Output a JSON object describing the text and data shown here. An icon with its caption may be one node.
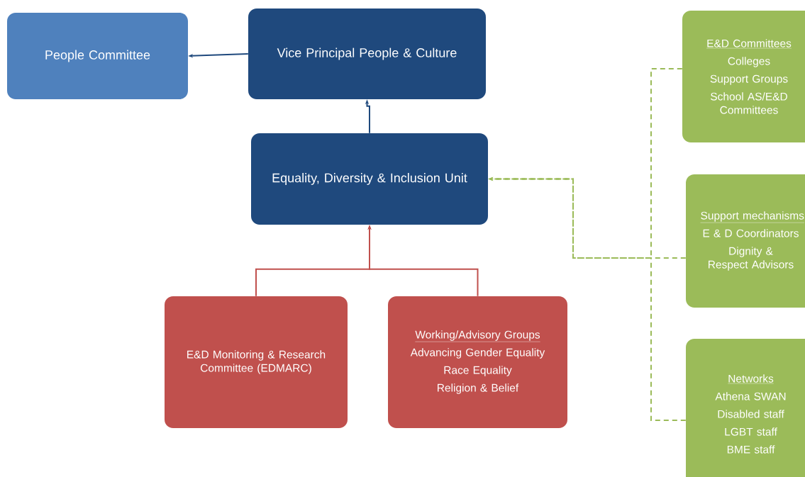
{
  "diagram": {
    "nodes": [
      {
        "text": [
          "People Committee"
        ]
      },
      {
        "text": [
          "Vice Principal People & Culture"
        ]
      },
      {
        "text": [
          "Equality, Diversity & Inclusion Unit"
        ]
      },
      {
        "text": [
          "E&D Monitoring & Research Committee (EDMARC)"
        ]
      },
      {
        "text": [
          "Working/Advisory Groups",
          "Advancing Gender Equality",
          "Race Equality",
          "Religion & Belief"
        ]
      },
      {
        "text": [
          "E&D Committees",
          "Colleges",
          "Support Groups",
          "School AS/E&D Committees"
        ]
      },
      {
        "text": [
          "Support mechanisms",
          "E & D Coordinators",
          "Dignity & Respect Advisors"
        ]
      },
      {
        "text": [
          "Networks",
          "Athena SWAN",
          "Disabled staff",
          "LGBT staff",
          "BME staff"
        ]
      }
    ],
    "edges": [
      {
        "from": 1,
        "to": 0,
        "arrow": "to",
        "color": "#1f497d"
      },
      {
        "from": 2,
        "to": 1,
        "arrow": "to",
        "color": "#1f497d"
      },
      {
        "from": 3,
        "to": 2,
        "arrow": "to",
        "color": "#c0504d"
      },
      {
        "from": 4,
        "to": 2,
        "arrow": "to",
        "color": "#c0504d"
      },
      {
        "from": 5,
        "to": 2,
        "arrow": "to",
        "style": "dashed",
        "color": "#9bbb59"
      },
      {
        "from": 6,
        "to": 2,
        "arrow": "to",
        "style": "dashed",
        "color": "#9bbb59"
      },
      {
        "from": 7,
        "to": 2,
        "arrow": "to",
        "style": "dashed",
        "color": "#9bbb59"
      }
    ]
  }
}
